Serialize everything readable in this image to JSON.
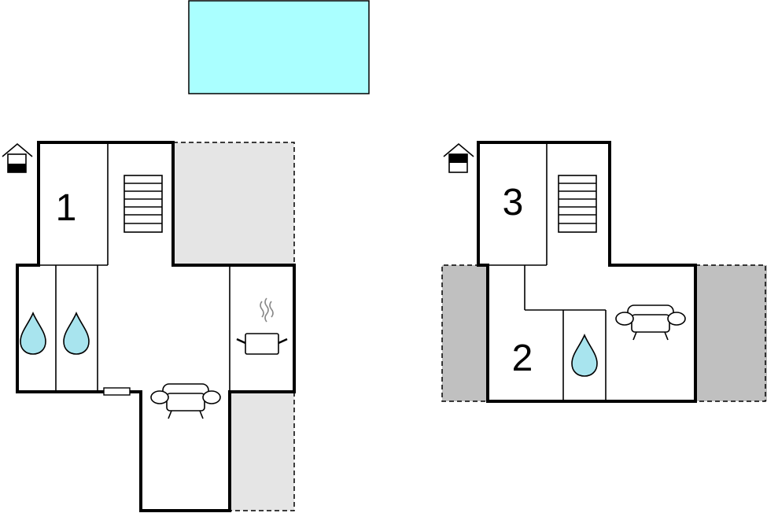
{
  "floors": [
    {
      "name": "ground-floor",
      "rooms": [
        {
          "number": "1"
        }
      ]
    },
    {
      "name": "upper-floor",
      "rooms": [
        {
          "number": "3"
        },
        {
          "number": "2"
        }
      ]
    }
  ],
  "colors": {
    "pool": "#aaffff",
    "terrace_light": "#e5e5e5",
    "terrace_dark": "#c0c0c0",
    "water": "#a8e4ee",
    "wall": "#000000"
  },
  "icons": [
    "house-floor-icon",
    "stairs-icon",
    "water-drop-icon",
    "sofa-icon",
    "cooking-pot-icon"
  ]
}
